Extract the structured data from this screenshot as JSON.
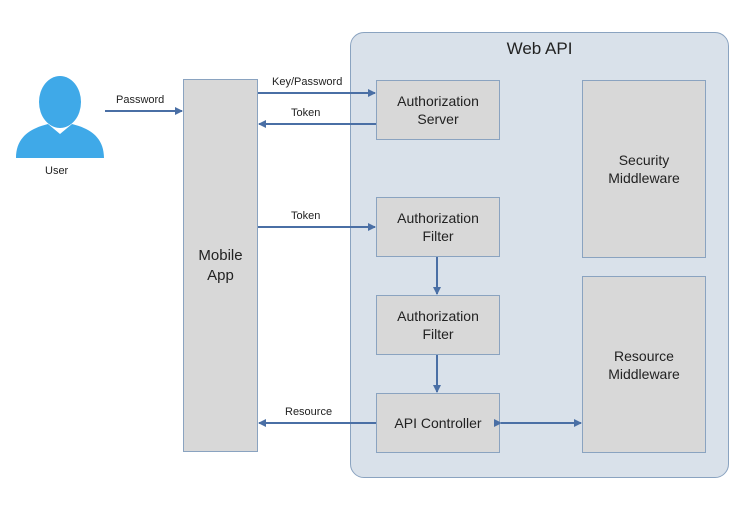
{
  "web_api": {
    "title": "Web API"
  },
  "user": {
    "label": "User",
    "icon": "user-silhouette-icon",
    "color": "#3fa9e8"
  },
  "mobile_app": {
    "label": "Mobile\nApp"
  },
  "components": {
    "authorization_server": "Authorization\nServer",
    "authorization_filter_1": "Authorization\nFilter",
    "authorization_filter_2": "Authorization\nFilter",
    "api_controller": "API Controller",
    "security_middleware": "Security\nMiddleware",
    "resource_middleware": "Resource\nMiddleware"
  },
  "edges": {
    "password": "Password",
    "key_password": "Key/Password",
    "token_return": "Token",
    "token_send": "Token",
    "resource": "Resource"
  },
  "colors": {
    "arrow": "#4a6fa5",
    "box_border": "#8aa3c0",
    "container_fill": "#d9e1ea",
    "box_fill": "#d8d8d8"
  }
}
